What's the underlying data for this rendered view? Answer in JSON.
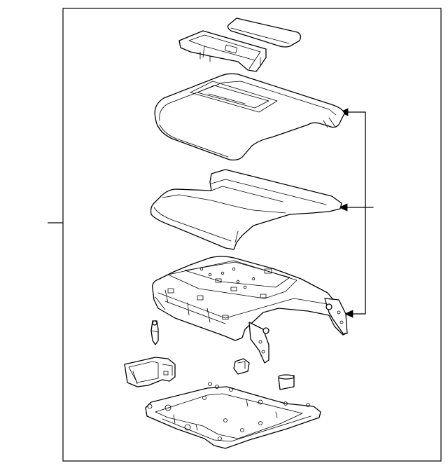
{
  "diagram": {
    "type": "exploded-parts-view",
    "line_color": "#000000",
    "background": "#ffffff",
    "parts": [
      "armrest-top-pad",
      "armrest-upper-frame",
      "armrest-cover",
      "armrest-cover-trim",
      "armrest-base-housing",
      "latch-pin",
      "hinge-bracket",
      "latch-handle-assembly",
      "small-clip",
      "bumper-stop",
      "bottom-tray-plate"
    ],
    "callouts": [
      "leader-line-left",
      "arrow-to-cover",
      "arrow-to-trim",
      "arrow-to-hinge"
    ]
  }
}
